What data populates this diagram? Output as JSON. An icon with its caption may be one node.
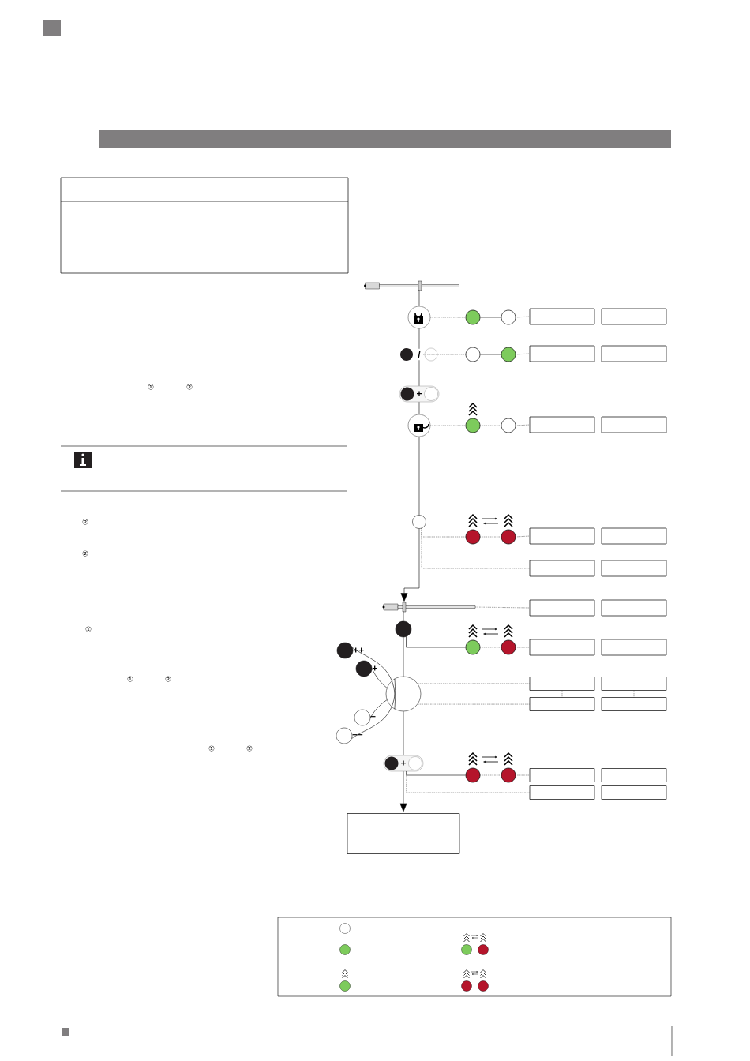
{
  "diagram": {
    "nodes": [
      {
        "text": [],
        "shape": "picture"
      },
      {
        "text": [],
        "shape": "circle"
      },
      {
        "text": [],
        "shape": "circle"
      },
      {
        "text": [],
        "shape": "circle"
      },
      {
        "text": [],
        "shape": "box"
      },
      {
        "text": [],
        "shape": "box"
      },
      {
        "text": [
          "/"
        ]
      },
      {
        "text": [],
        "shape": "circle"
      },
      {
        "text": [],
        "shape": "circle"
      },
      {
        "text": [],
        "shape": "box"
      },
      {
        "text": [],
        "shape": "box"
      },
      {
        "text": [
          "+"
        ]
      },
      {
        "text": [],
        "shape": "circle"
      },
      {
        "text": [],
        "shape": "circle"
      },
      {
        "text": [],
        "shape": "circle"
      },
      {
        "text": [],
        "shape": "box"
      },
      {
        "text": [],
        "shape": "box"
      },
      {
        "text": [],
        "shape": "circle"
      },
      {
        "text": [],
        "shape": "circle"
      },
      {
        "text": [],
        "shape": "circle"
      },
      {
        "text": [],
        "shape": "box"
      },
      {
        "text": [],
        "shape": "box"
      },
      {
        "text": [],
        "shape": "box"
      },
      {
        "text": [],
        "shape": "box"
      },
      {
        "text": [],
        "shape": "picture"
      },
      {
        "text": [],
        "shape": "box"
      },
      {
        "text": [],
        "shape": "box"
      },
      {
        "text": [],
        "shape": "circle"
      },
      {
        "text": [],
        "shape": "circle",
        "beside": [
          "++"
        ]
      },
      {
        "text": [],
        "shape": "circle"
      },
      {
        "text": [],
        "shape": "circle"
      },
      {
        "text": [],
        "shape": "box"
      },
      {
        "text": [],
        "shape": "box"
      },
      {
        "text": [],
        "shape": "circle",
        "beside": [
          "+"
        ]
      },
      {
        "text": [],
        "shape": "circle"
      },
      {
        "text": [],
        "shape": "box"
      },
      {
        "text": [],
        "shape": "box"
      },
      {
        "text": [],
        "shape": "box"
      },
      {
        "text": [],
        "shape": "box"
      },
      {
        "text": [],
        "shape": "circle",
        "beside": [
          "–"
        ]
      },
      {
        "text": [],
        "shape": "circle",
        "beside": [
          "––"
        ]
      },
      {
        "text": [
          "+"
        ]
      },
      {
        "text": [],
        "shape": "circle"
      },
      {
        "text": [],
        "shape": "circle"
      },
      {
        "text": [],
        "shape": "box"
      },
      {
        "text": [],
        "shape": "box"
      },
      {
        "text": [],
        "shape": "box"
      },
      {
        "text": [],
        "shape": "box"
      },
      {
        "text": [],
        "shape": "box"
      }
    ],
    "edges": [
      {
        "from": 0,
        "to": 1,
        "arrow": "none"
      },
      {
        "from": 1,
        "to": 2,
        "arrow": "none",
        "style": "dashed"
      },
      {
        "from": 2,
        "to": 3,
        "arrow": "none"
      },
      {
        "from": 3,
        "to": 4,
        "arrow": "none",
        "style": "dashed"
      },
      {
        "from": 1,
        "to": 6,
        "arrow": "none"
      },
      {
        "from": 6,
        "to": 7,
        "arrow": "none",
        "style": "dashed"
      },
      {
        "from": 7,
        "to": 8,
        "arrow": "none"
      },
      {
        "from": 8,
        "to": 9,
        "arrow": "none",
        "style": "dashed"
      },
      {
        "from": 6,
        "to": 11,
        "arrow": "none"
      },
      {
        "from": 11,
        "to": 12,
        "arrow": "none"
      },
      {
        "from": 12,
        "to": 13,
        "arrow": "none",
        "style": "dashed"
      },
      {
        "from": 13,
        "to": 14,
        "arrow": "none",
        "style": "dashed"
      },
      {
        "from": 14,
        "to": 15,
        "arrow": "none",
        "style": "dashed"
      },
      {
        "from": 12,
        "to": 17,
        "arrow": "none"
      },
      {
        "from": 17,
        "to": 18,
        "arrow": "none",
        "style": "dashed"
      },
      {
        "from": 18,
        "to": 19,
        "arrow": "none",
        "style": "dashed"
      },
      {
        "from": 19,
        "to": 20,
        "arrow": "none",
        "style": "dashed"
      },
      {
        "from": 17,
        "to": 22,
        "arrow": "none",
        "style": "dashed"
      },
      {
        "from": 17,
        "to": 24,
        "arrow": "to"
      },
      {
        "from": 24,
        "to": 25,
        "arrow": "none",
        "style": "dashed"
      },
      {
        "from": 24,
        "to": 27,
        "arrow": "none"
      },
      {
        "from": 27,
        "to": 29,
        "arrow": "none"
      },
      {
        "from": 29,
        "to": 30,
        "arrow": "none",
        "style": "dashed"
      },
      {
        "from": 30,
        "to": 31,
        "arrow": "none",
        "style": "dashed"
      },
      {
        "from": 27,
        "to": 34,
        "arrow": "none"
      },
      {
        "from": 34,
        "to": 35,
        "arrow": "none",
        "style": "dashed"
      },
      {
        "from": 34,
        "to": 37,
        "arrow": "none",
        "style": "dashed"
      },
      {
        "from": 35,
        "to": 37,
        "arrow": "none",
        "style": "dashed"
      },
      {
        "from": 36,
        "to": 38,
        "arrow": "none",
        "style": "dashed"
      },
      {
        "from": 34,
        "to": 28,
        "arrow": "none"
      },
      {
        "from": 34,
        "to": 33,
        "arrow": "none"
      },
      {
        "from": 34,
        "to": 39,
        "arrow": "none"
      },
      {
        "from": 34,
        "to": 40,
        "arrow": "none"
      },
      {
        "from": 34,
        "to": 41,
        "arrow": "none"
      },
      {
        "from": 41,
        "to": 42,
        "arrow": "none"
      },
      {
        "from": 42,
        "to": 43,
        "arrow": "none",
        "style": "dashed"
      },
      {
        "from": 43,
        "to": 44,
        "arrow": "none",
        "style": "dashed"
      },
      {
        "from": 41,
        "to": 46,
        "arrow": "none",
        "style": "dashed"
      },
      {
        "from": 41,
        "to": 48,
        "arrow": "to"
      }
    ],
    "labels": [
      "①",
      "②",
      "②",
      "②",
      "①",
      "①",
      "②",
      "①",
      "②"
    ]
  }
}
